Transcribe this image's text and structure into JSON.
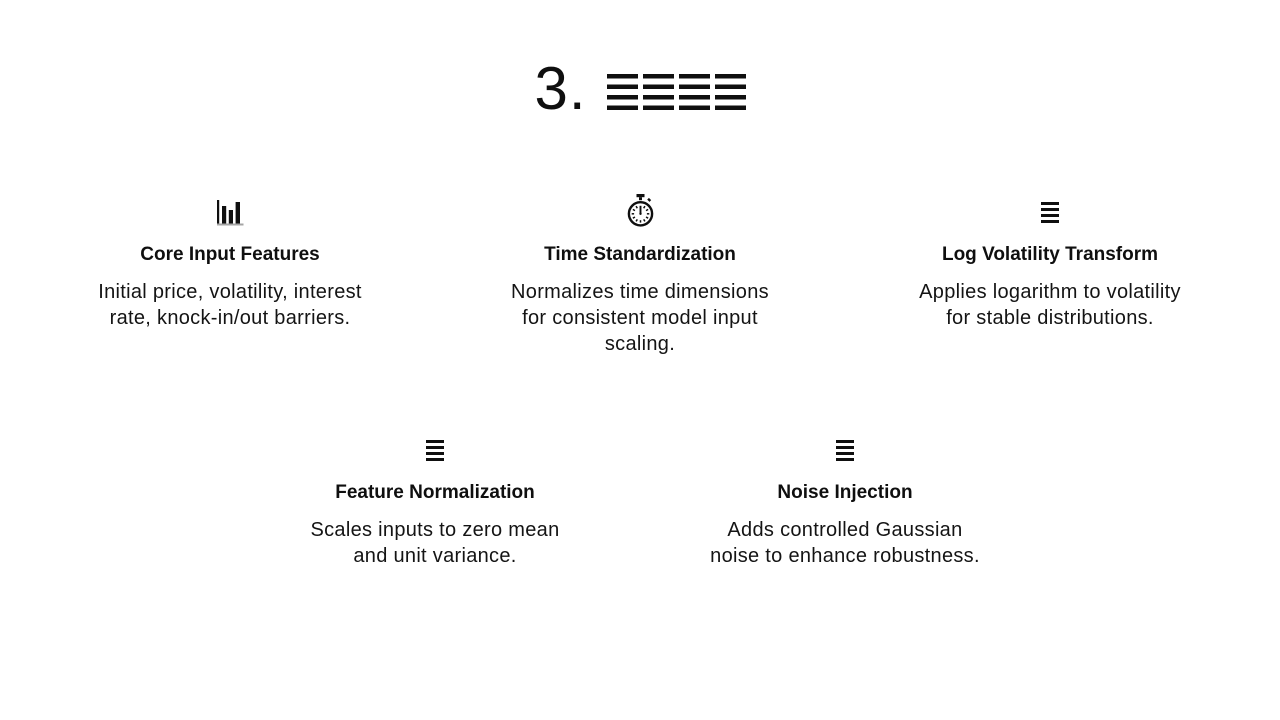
{
  "slide": {
    "colors": {
      "background": "#ffffff",
      "text": "#0f0f0f",
      "icon": "#0f0f0f",
      "chart_baseline_gray": "#a5a5a5"
    },
    "title": {
      "number": "3.",
      "placeholder_glyphs": "≣≣≣≣",
      "placeholder_glyph_count": 4
    },
    "cards": [
      {
        "icon": "bar-chart-icon",
        "title": "Core Input Features",
        "body_lines": [
          "Initial price, volatility, interest",
          "rate, knock-in/out barriers."
        ]
      },
      {
        "icon": "stopwatch-icon",
        "title": "Time Standardization",
        "body_lines": [
          "Normalizes time dimensions",
          "for consistent model input",
          "scaling."
        ]
      },
      {
        "icon": "four-bar-glyph-icon",
        "title": "Log Volatility Transform",
        "body_lines": [
          "Applies logarithm to volatility",
          "for stable distributions."
        ]
      },
      {
        "icon": "four-bar-glyph-icon",
        "title": "Feature Normalization",
        "body_lines": [
          "Scales inputs to zero mean",
          "and unit variance."
        ]
      },
      {
        "icon": "four-bar-glyph-icon",
        "title": "Noise Injection",
        "body_lines": [
          "Adds controlled Gaussian",
          "noise to enhance robustness."
        ]
      }
    ]
  }
}
